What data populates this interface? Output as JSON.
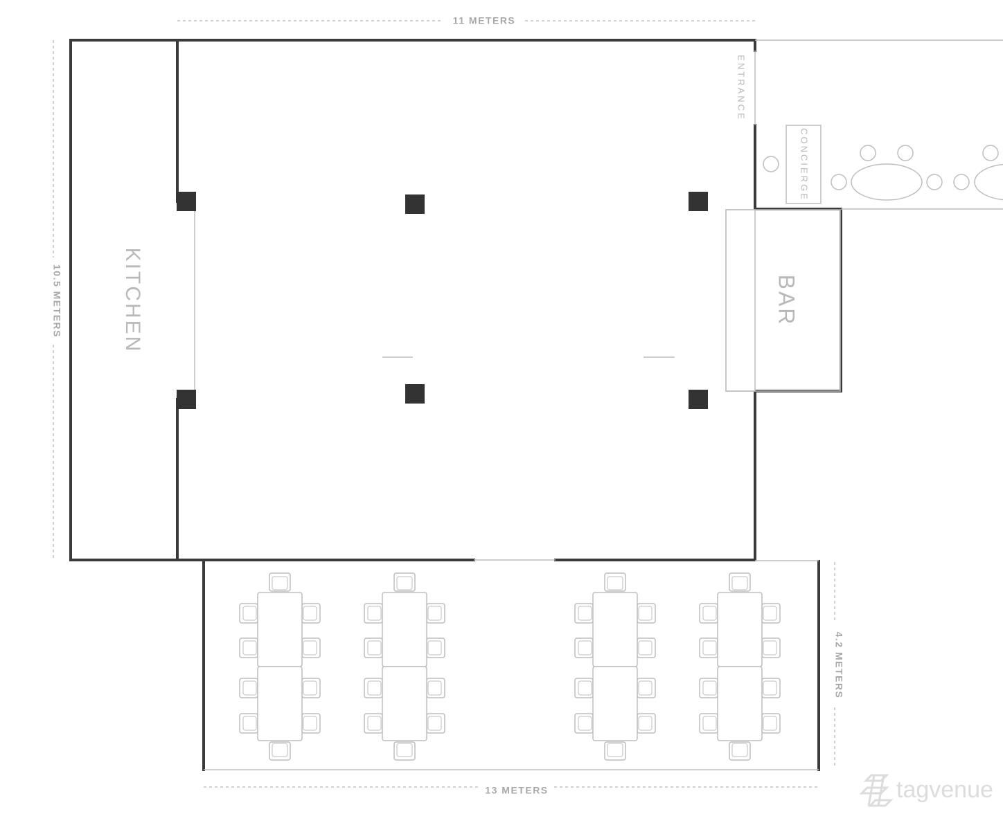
{
  "dimensions": {
    "top": "11 METERS",
    "left": "10.5 METERS",
    "right": "4.2 METERS",
    "bottom": "13 METERS"
  },
  "rooms": {
    "kitchen": "KITCHEN",
    "bar": "BAR",
    "entrance": "ENTRANCE",
    "concierge": "CONCIERGE"
  },
  "brand": {
    "name": "tagvenue"
  }
}
